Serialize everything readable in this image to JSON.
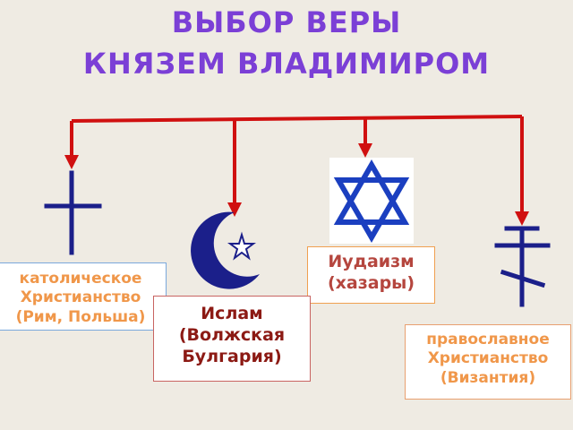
{
  "title": {
    "line1": "ВЫБОР ВЕРЫ",
    "line2": "КНЯЗЕМ ВЛАДИМИРОМ"
  },
  "colors": {
    "title": "#7b3fd6",
    "arrows": "#d01010",
    "symbols": "#1b1f8a"
  },
  "symbols": [
    "latin-cross-icon",
    "crescent-star-icon",
    "star-of-david-icon",
    "orthodox-cross-icon"
  ],
  "boxes": {
    "catholic": {
      "line1": "католическое",
      "line2": "Христианство",
      "line3": "(Рим, Польша)"
    },
    "islam": {
      "line1": "Ислам",
      "line2": "(Волжская",
      "line3": "Булгария)"
    },
    "judaism": {
      "line1": "Иудаизм",
      "line2": "(хазары)"
    },
    "orthodox": {
      "line1": "православное",
      "line2": "Христианство",
      "line3": "(Византия)"
    }
  }
}
